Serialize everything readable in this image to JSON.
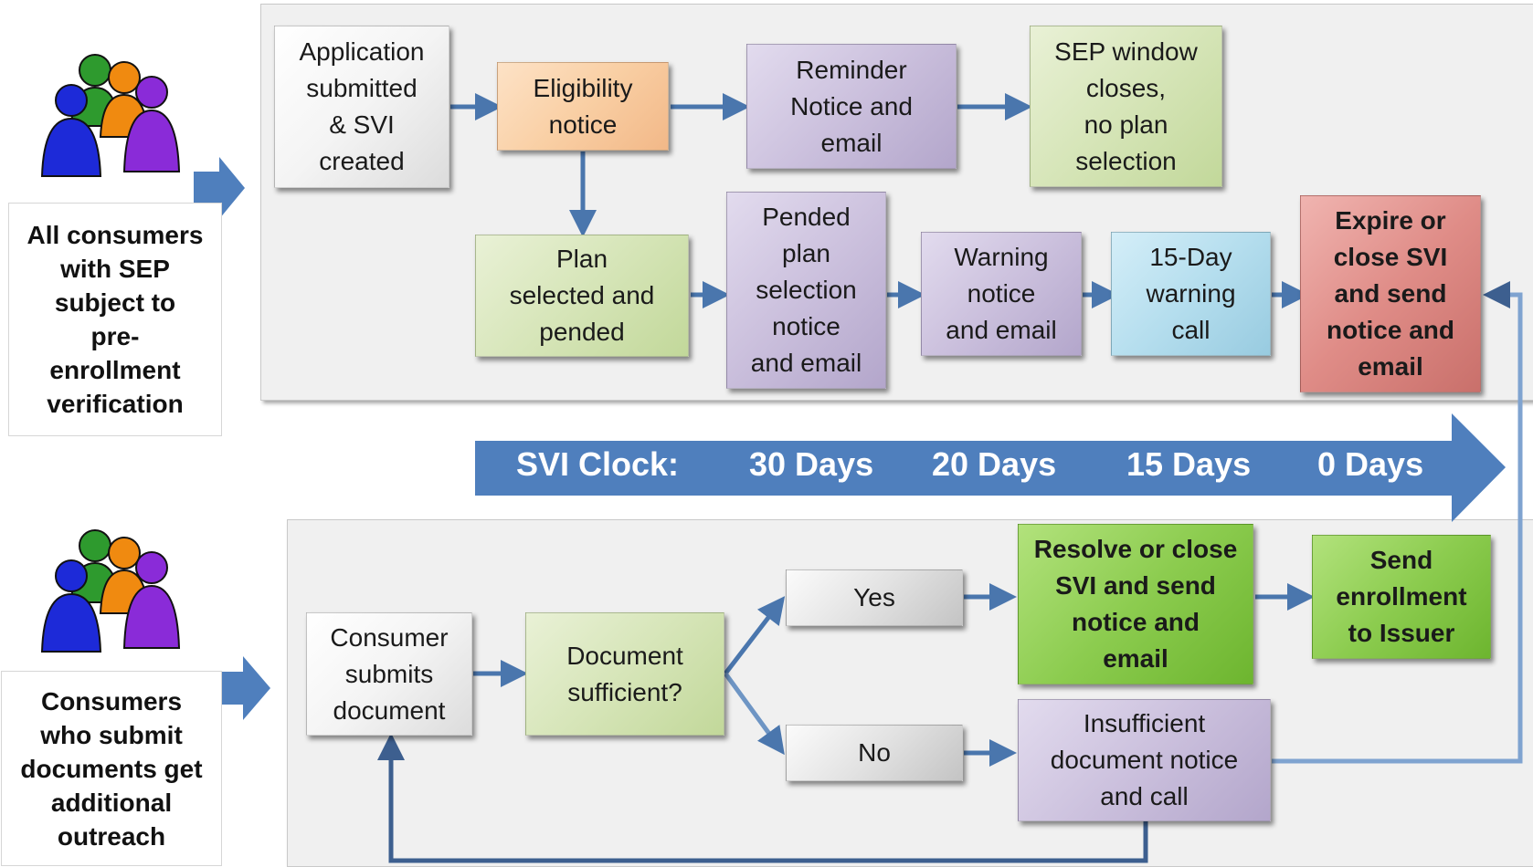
{
  "groups": {
    "top_label": "All consumers\nwith SEP\nsubject to\npre-\nenrollment\nverification",
    "bottom_label": "Consumers\nwho submit\ndocuments get\nadditional\noutreach"
  },
  "top_flow": {
    "application": "Application\nsubmitted\n& SVI\ncreated",
    "eligibility": "Eligibility\nnotice",
    "reminder": "Reminder\nNotice and\nemail",
    "sep_close": "SEP window\ncloses,\nno plan\nselection",
    "plan_selected": "Plan\nselected and\npended",
    "pended_notice": "Pended\nplan\nselection\nnotice\nand email",
    "warning_notice": "Warning\nnotice\nand email",
    "warning_call": "15-Day\nwarning\ncall",
    "expire": "Expire or\nclose SVI\nand send\nnotice and\nemail"
  },
  "clock": {
    "label": "SVI Clock:",
    "d30": "30 Days",
    "d20": "20 Days",
    "d15": "15 Days",
    "d0": "0 Days"
  },
  "bottom_flow": {
    "submits": "Consumer\nsubmits\ndocument",
    "sufficient": "Document\nsufficient?",
    "yes": "Yes",
    "no": "No",
    "resolve": "Resolve or close\nSVI and send\nnotice and\nemail",
    "send_issuer": "Send\nenrollment\nto Issuer",
    "insufficient": "Insufficient\ndocument notice\nand call"
  },
  "colors": {
    "arrow": "#4a76ad",
    "clock_band": "#4f7fbd",
    "loop_line": "#3d5f8f",
    "loop_line_light": "#9dbbe0"
  }
}
